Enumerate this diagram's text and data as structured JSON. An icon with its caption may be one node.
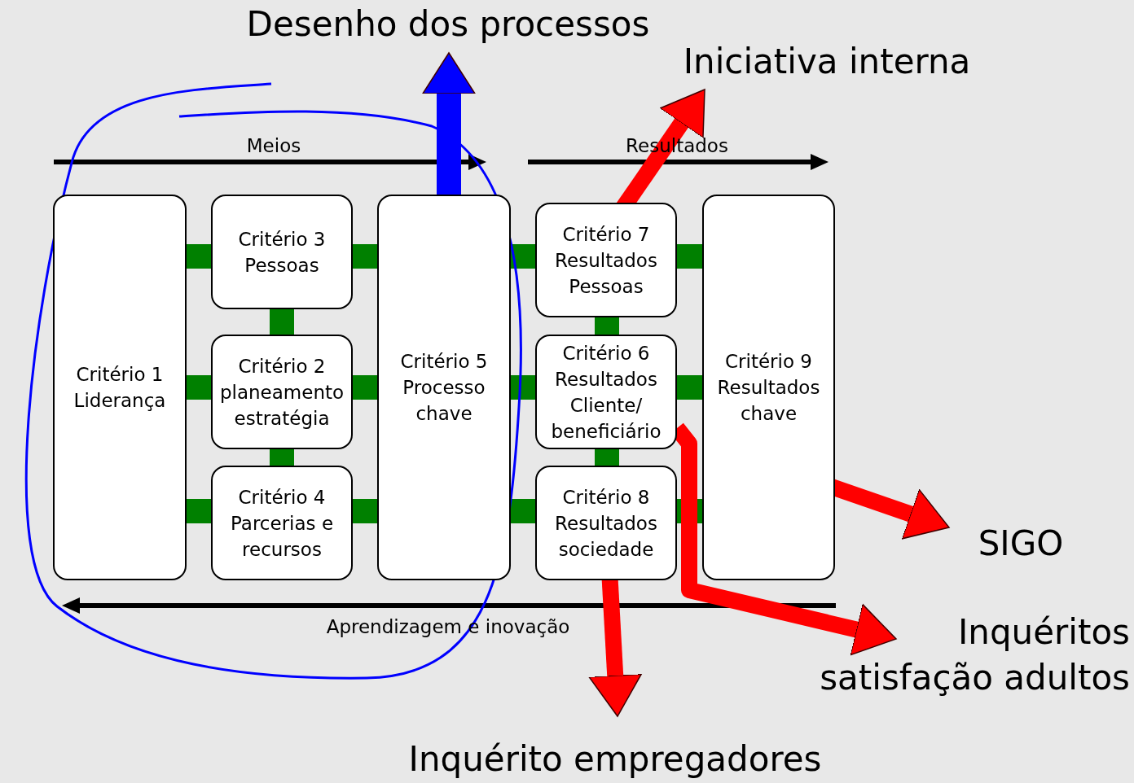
{
  "diagram": {
    "nodes": [
      {
        "text": [
          "Critério 1",
          "Liderança"
        ]
      },
      {
        "text": [
          "Critério 3",
          "Pessoas"
        ]
      },
      {
        "text": [
          "Critério 2",
          "planeamento estratégia"
        ]
      },
      {
        "text": [
          "Critério 4",
          "Parcerias e recursos"
        ]
      },
      {
        "text": [
          "Critério 5",
          "Processo chave"
        ]
      },
      {
        "text": [
          "Critério 7",
          "Resultados Pessoas"
        ]
      },
      {
        "text": [
          "Critério 6",
          "Resultados Cliente/ beneficiário"
        ]
      },
      {
        "text": [
          "Critério 8",
          "Resultados sociedade"
        ]
      },
      {
        "text": [
          "Critério 9",
          "Resultados chave"
        ]
      },
      {
        "text": [
          "Desenho dos processos"
        ]
      },
      {
        "text": [
          "Iniciativa interna"
        ]
      },
      {
        "text": [
          "SIGO"
        ]
      },
      {
        "text": [
          "Inquéritos satisfação adultos"
        ]
      },
      {
        "text": [
          "Inquérito empregadores"
        ]
      }
    ],
    "edges": [
      {
        "from": 0,
        "to": 1,
        "arrow": "none"
      },
      {
        "from": 1,
        "to": 4,
        "arrow": "none"
      },
      {
        "from": 4,
        "to": 5,
        "arrow": "none"
      },
      {
        "from": 5,
        "to": 8,
        "arrow": "none"
      },
      {
        "from": 0,
        "to": 2,
        "arrow": "none"
      },
      {
        "from": 2,
        "to": 4,
        "arrow": "none"
      },
      {
        "from": 4,
        "to": 6,
        "arrow": "none"
      },
      {
        "from": 6,
        "to": 8,
        "arrow": "none"
      },
      {
        "from": 0,
        "to": 3,
        "arrow": "none"
      },
      {
        "from": 3,
        "to": 4,
        "arrow": "none"
      },
      {
        "from": 4,
        "to": 7,
        "arrow": "none"
      },
      {
        "from": 7,
        "to": 8,
        "arrow": "none"
      },
      {
        "from": 1,
        "to": 2,
        "arrow": "none"
      },
      {
        "from": 2,
        "to": 3,
        "arrow": "none"
      },
      {
        "from": 5,
        "to": 6,
        "arrow": "none"
      },
      {
        "from": 6,
        "to": 7,
        "arrow": "none"
      },
      {
        "from": 4,
        "to": 9,
        "arrow": "to",
        "color": "#0000ff"
      },
      {
        "from": 5,
        "to": 10,
        "arrow": "to",
        "color": "#ff0000"
      },
      {
        "from": 8,
        "to": 11,
        "arrow": "to",
        "color": "#ff0000"
      },
      {
        "from": 6,
        "to": 12,
        "arrow": "to",
        "color": "#ff0000"
      },
      {
        "from": 7,
        "to": 13,
        "arrow": "to",
        "color": "#ff0000"
      }
    ],
    "labels": [
      "Meios",
      "Resultados",
      "Aprendizagem e inovação"
    ]
  }
}
